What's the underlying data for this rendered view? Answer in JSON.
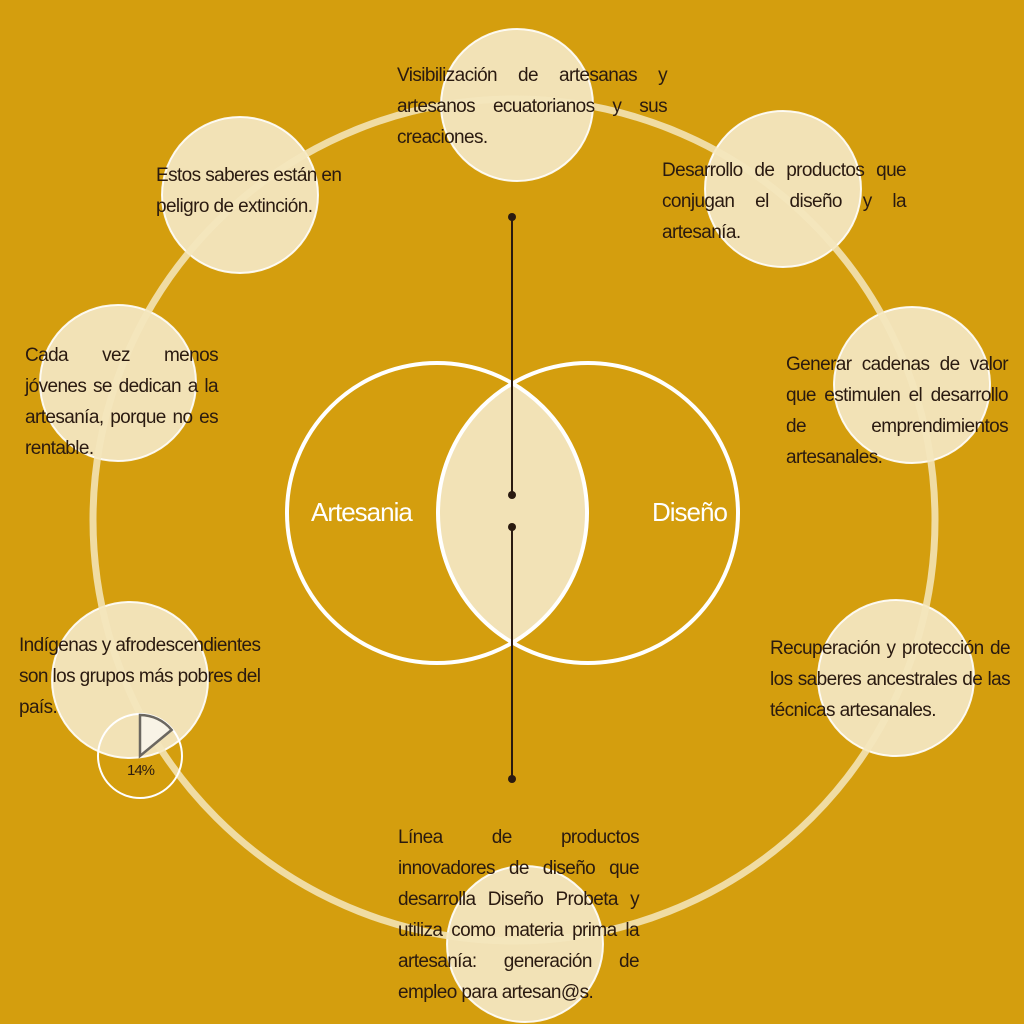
{
  "colors": {
    "background": "#d49e0e",
    "bubble_fill": "#f2e2b6",
    "ring_stroke": "#f5e6bd",
    "venn_stroke": "#ffffff",
    "intersection_fill": "#f2e2b6",
    "line_color": "#2a1a10",
    "text_color": "#2a1a10"
  },
  "venn": {
    "left_label": "Artesania",
    "right_label": "Diseño"
  },
  "items": {
    "top": "Visibilización de artesanas y artesanos ecuatorianos y sus creaciones.",
    "top_right": "Desarrollo de productos que conjugan el diseño y la artesanía.",
    "right": "Generar cadenas de valor que estimulen el desarrollo de emprendimientos artesanales.",
    "bottom_right": "Recuperación y protección de los saberes ancestrales de las técnicas artesanales.",
    "bottom": "Línea de productos innovadores de diseño que desarrolla Diseño Probeta y utiliza como materia prima la artesanía: generación de empleo para artesan@s.",
    "bottom_left": "Indígenas y afrodescendientes son los grupos más pobres del país.",
    "left": "Cada vez menos jóvenes se dedican a la artesanía, porque no es rentable.",
    "top_left": "Estos saberes están en peligro de extinción."
  },
  "pie": {
    "label": "14%",
    "value": 14
  }
}
